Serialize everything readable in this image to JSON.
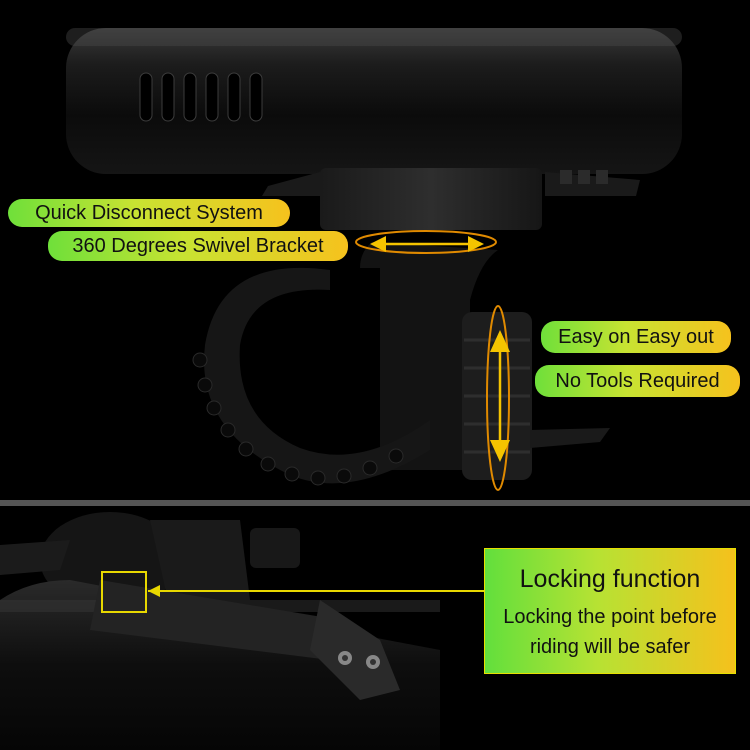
{
  "labels": {
    "quick_disconnect": "Quick Disconnect System",
    "swivel": "360 Degrees Swivel Bracket",
    "easy_on": "Easy on Easy out",
    "no_tools": "No Tools Required"
  },
  "locking": {
    "title": "Locking function",
    "description": "Locking the point before riding will be safer"
  },
  "colors": {
    "label_green": "#6fe03a",
    "label_yellow": "#f6c21d",
    "arrow_yellow": "#f5c400",
    "background": "#000000"
  }
}
